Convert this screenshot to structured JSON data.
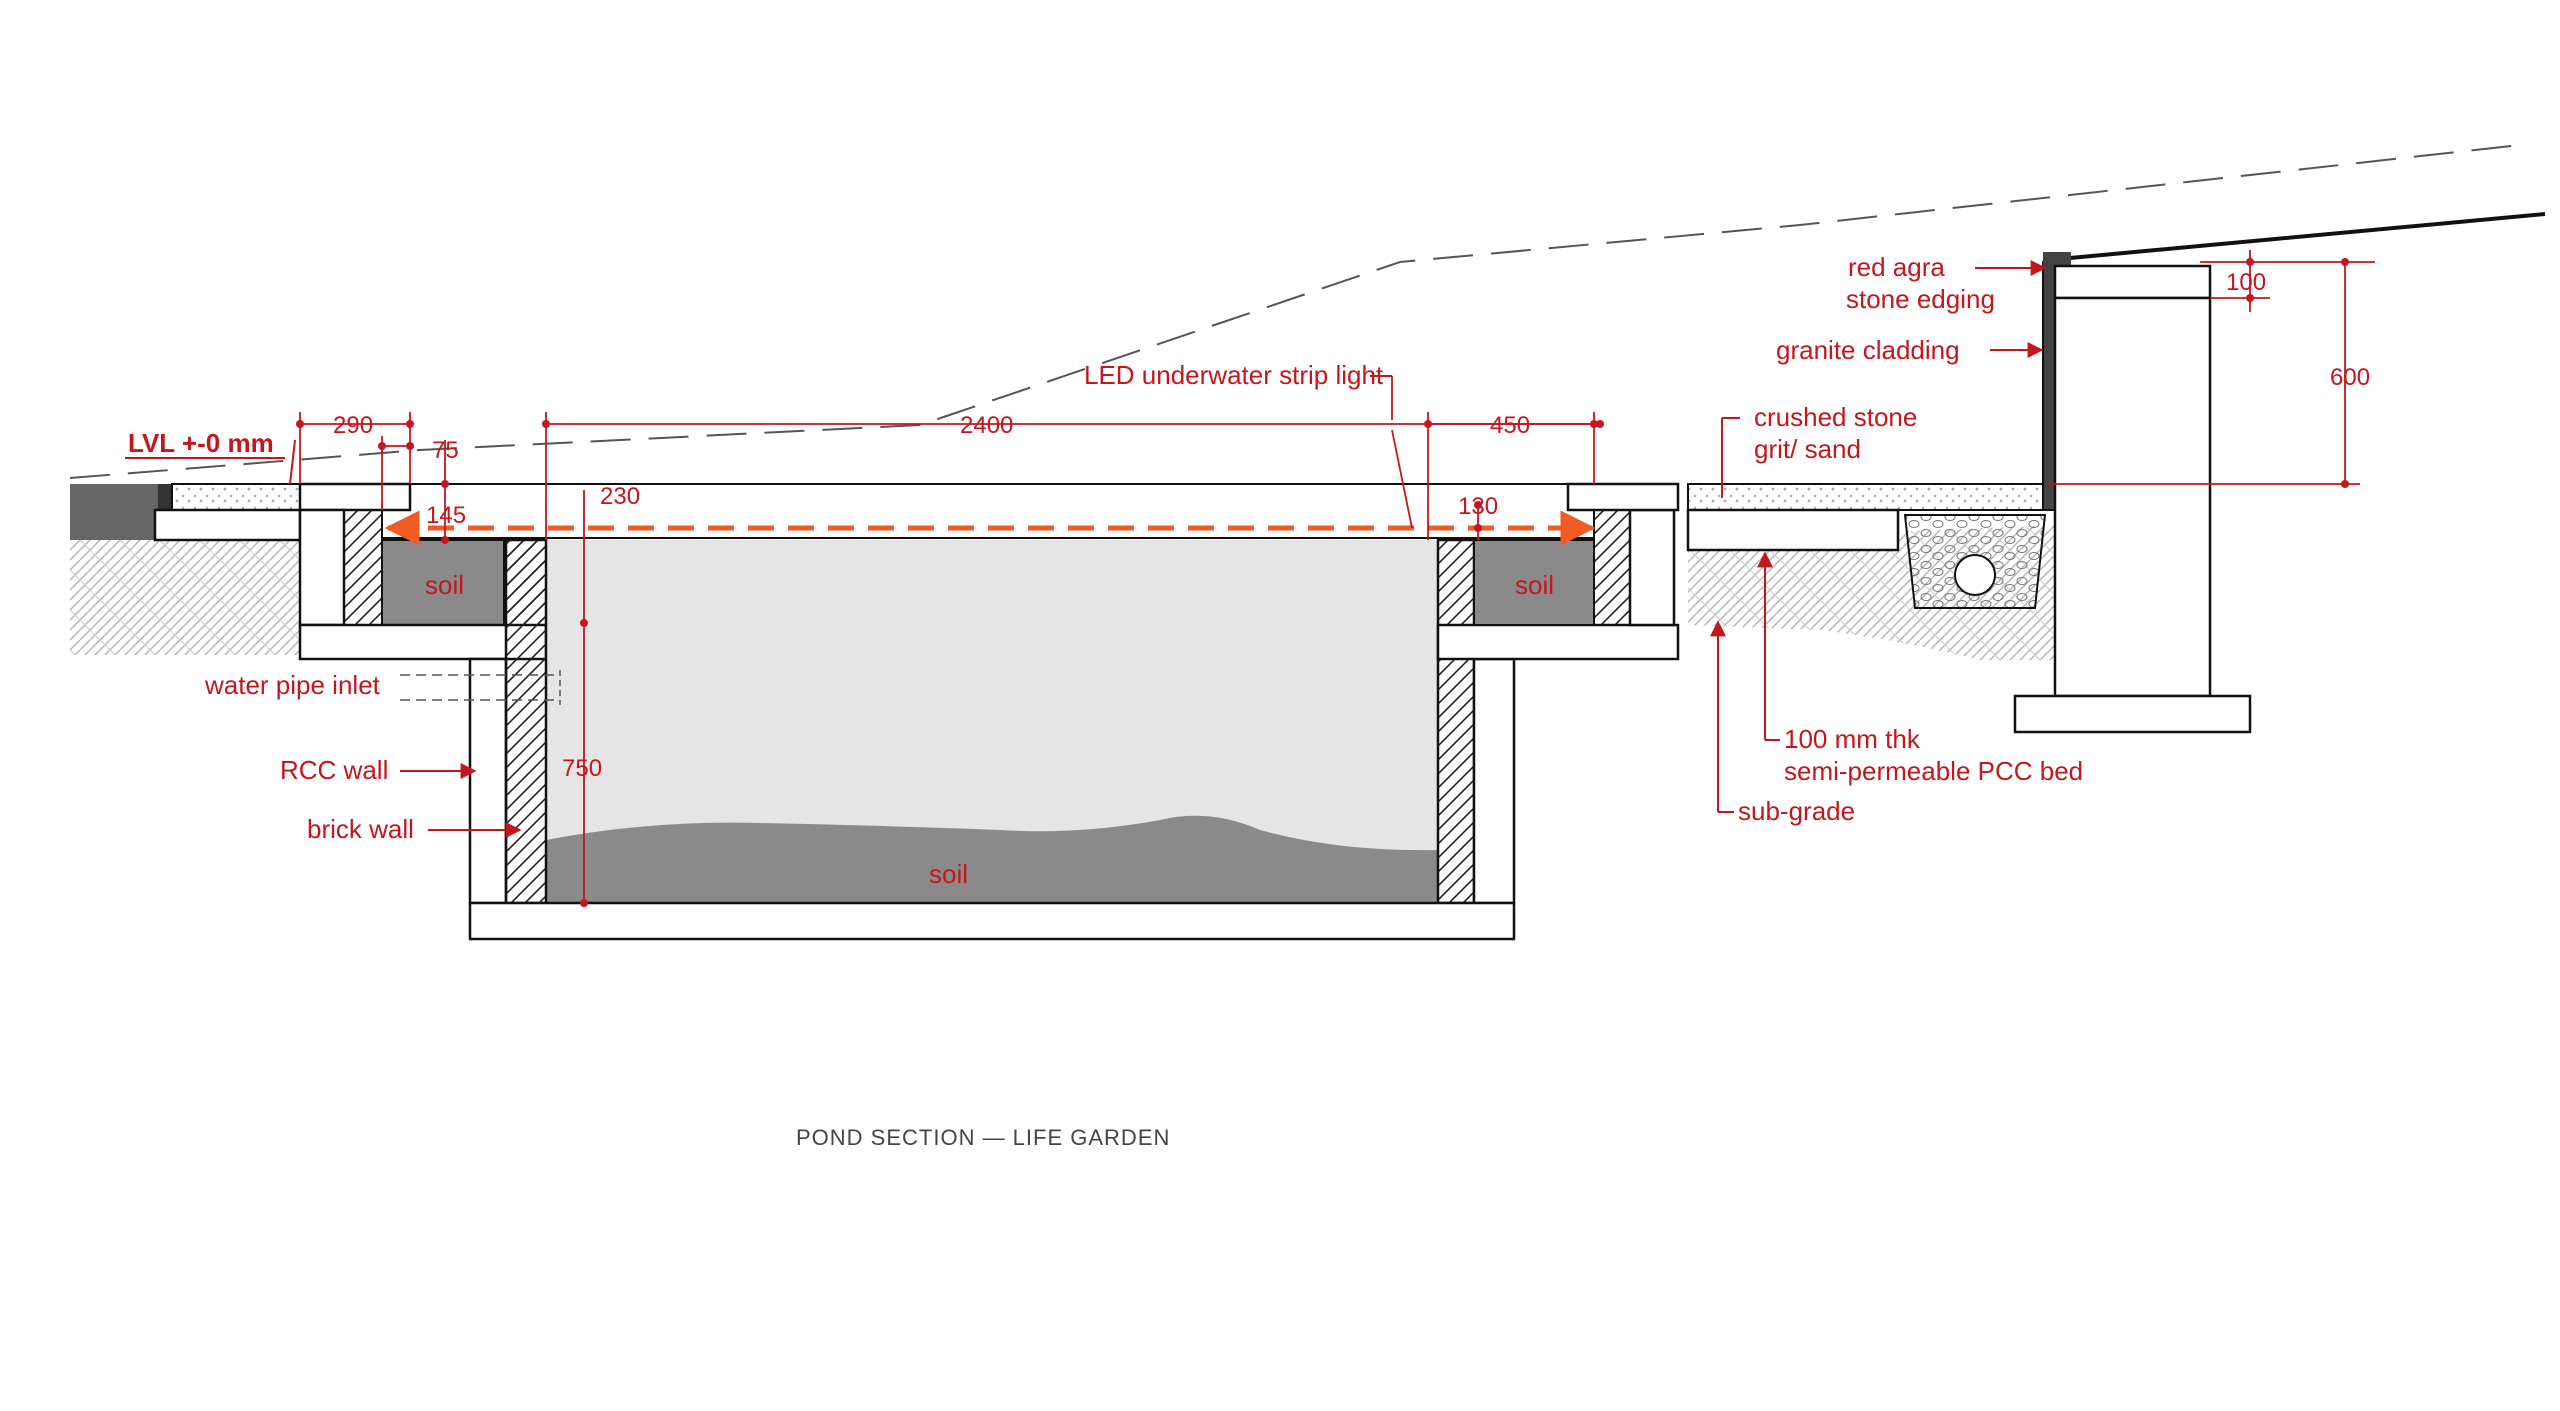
{
  "colors": {
    "annotation": "#c4161c",
    "led": "#f05a23",
    "water": "#e5e5e5",
    "soil": "#8a8a8a",
    "outline": "#111111",
    "caption": "#444444"
  },
  "level": {
    "label": "LVL +-0 mm"
  },
  "dimensions": {
    "d290": "290",
    "d75": "75",
    "d145": "145",
    "d2400": "2400",
    "d230": "230",
    "d450": "450",
    "d130": "130",
    "d750": "750",
    "d100": "100",
    "d600": "600"
  },
  "labels": {
    "led": "LED underwater strip light",
    "water_pipe": "water pipe inlet",
    "rcc_wall": "RCC wall",
    "brick_wall": "brick wall",
    "soil_left": "soil",
    "soil_right": "soil",
    "soil_bottom": "soil",
    "red_agra_1": "red agra",
    "red_agra_2": "stone edging",
    "granite": "granite cladding",
    "crushed_1": "crushed stone",
    "crushed_2": "grit/ sand",
    "pcc_1": "100 mm thk",
    "pcc_2": "semi-permeable PCC bed",
    "subgrade": "sub-grade"
  },
  "caption": "POND SECTION — LIFE GARDEN"
}
